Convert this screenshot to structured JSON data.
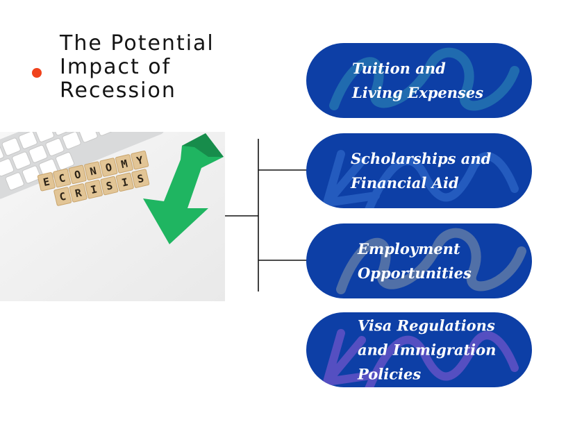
{
  "title": "The Potential\nImpact of\nRecession",
  "photo": {
    "tiles_row1": [
      "E",
      "C",
      "O",
      "N",
      "O",
      "M",
      "Y"
    ],
    "tiles_row2": [
      "C",
      "R",
      "I",
      "S",
      "I",
      "S"
    ]
  },
  "colors": {
    "pill": "#0d3fa6",
    "bullet": "#f0421c",
    "arrow": "#1fb561"
  },
  "items": [
    {
      "label": "Tuition and\nLiving Expenses"
    },
    {
      "label": "Scholarships and\nFinancial Aid"
    },
    {
      "label": "Employment\nOpportunities"
    },
    {
      "label": "Visa Regulations\nand Immigration\nPolicies"
    }
  ]
}
